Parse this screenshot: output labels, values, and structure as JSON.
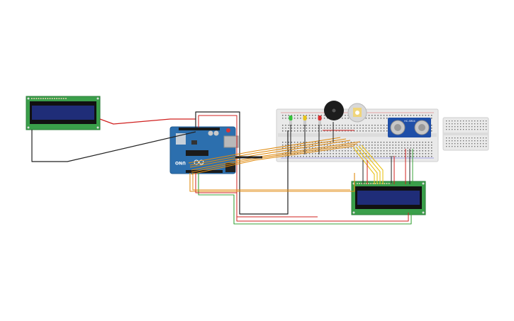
{
  "arduino": {
    "brand_text": "UNO",
    "board_color": "#2c6fae"
  },
  "sensor": {
    "label_text": "HC-SR04",
    "board_color": "#1f4fa8"
  },
  "lcd_left": {
    "pcb_color": "#3a9f4a",
    "screen_color": "#1f2d78"
  },
  "lcd_right": {
    "pcb_color": "#3a9f4a",
    "screen_color": "#1f2d78"
  },
  "leds": [
    {
      "name": "green-led",
      "color": "#35c23a"
    },
    {
      "name": "yellow-led",
      "color": "#e7c31c"
    },
    {
      "name": "red-led",
      "color": "#d92d2d"
    }
  ],
  "wire_colors": {
    "red": "#d0201f",
    "black": "#222222",
    "orange": "#e08b10",
    "yellow": "#e9c21a",
    "green": "#3aa33a"
  }
}
